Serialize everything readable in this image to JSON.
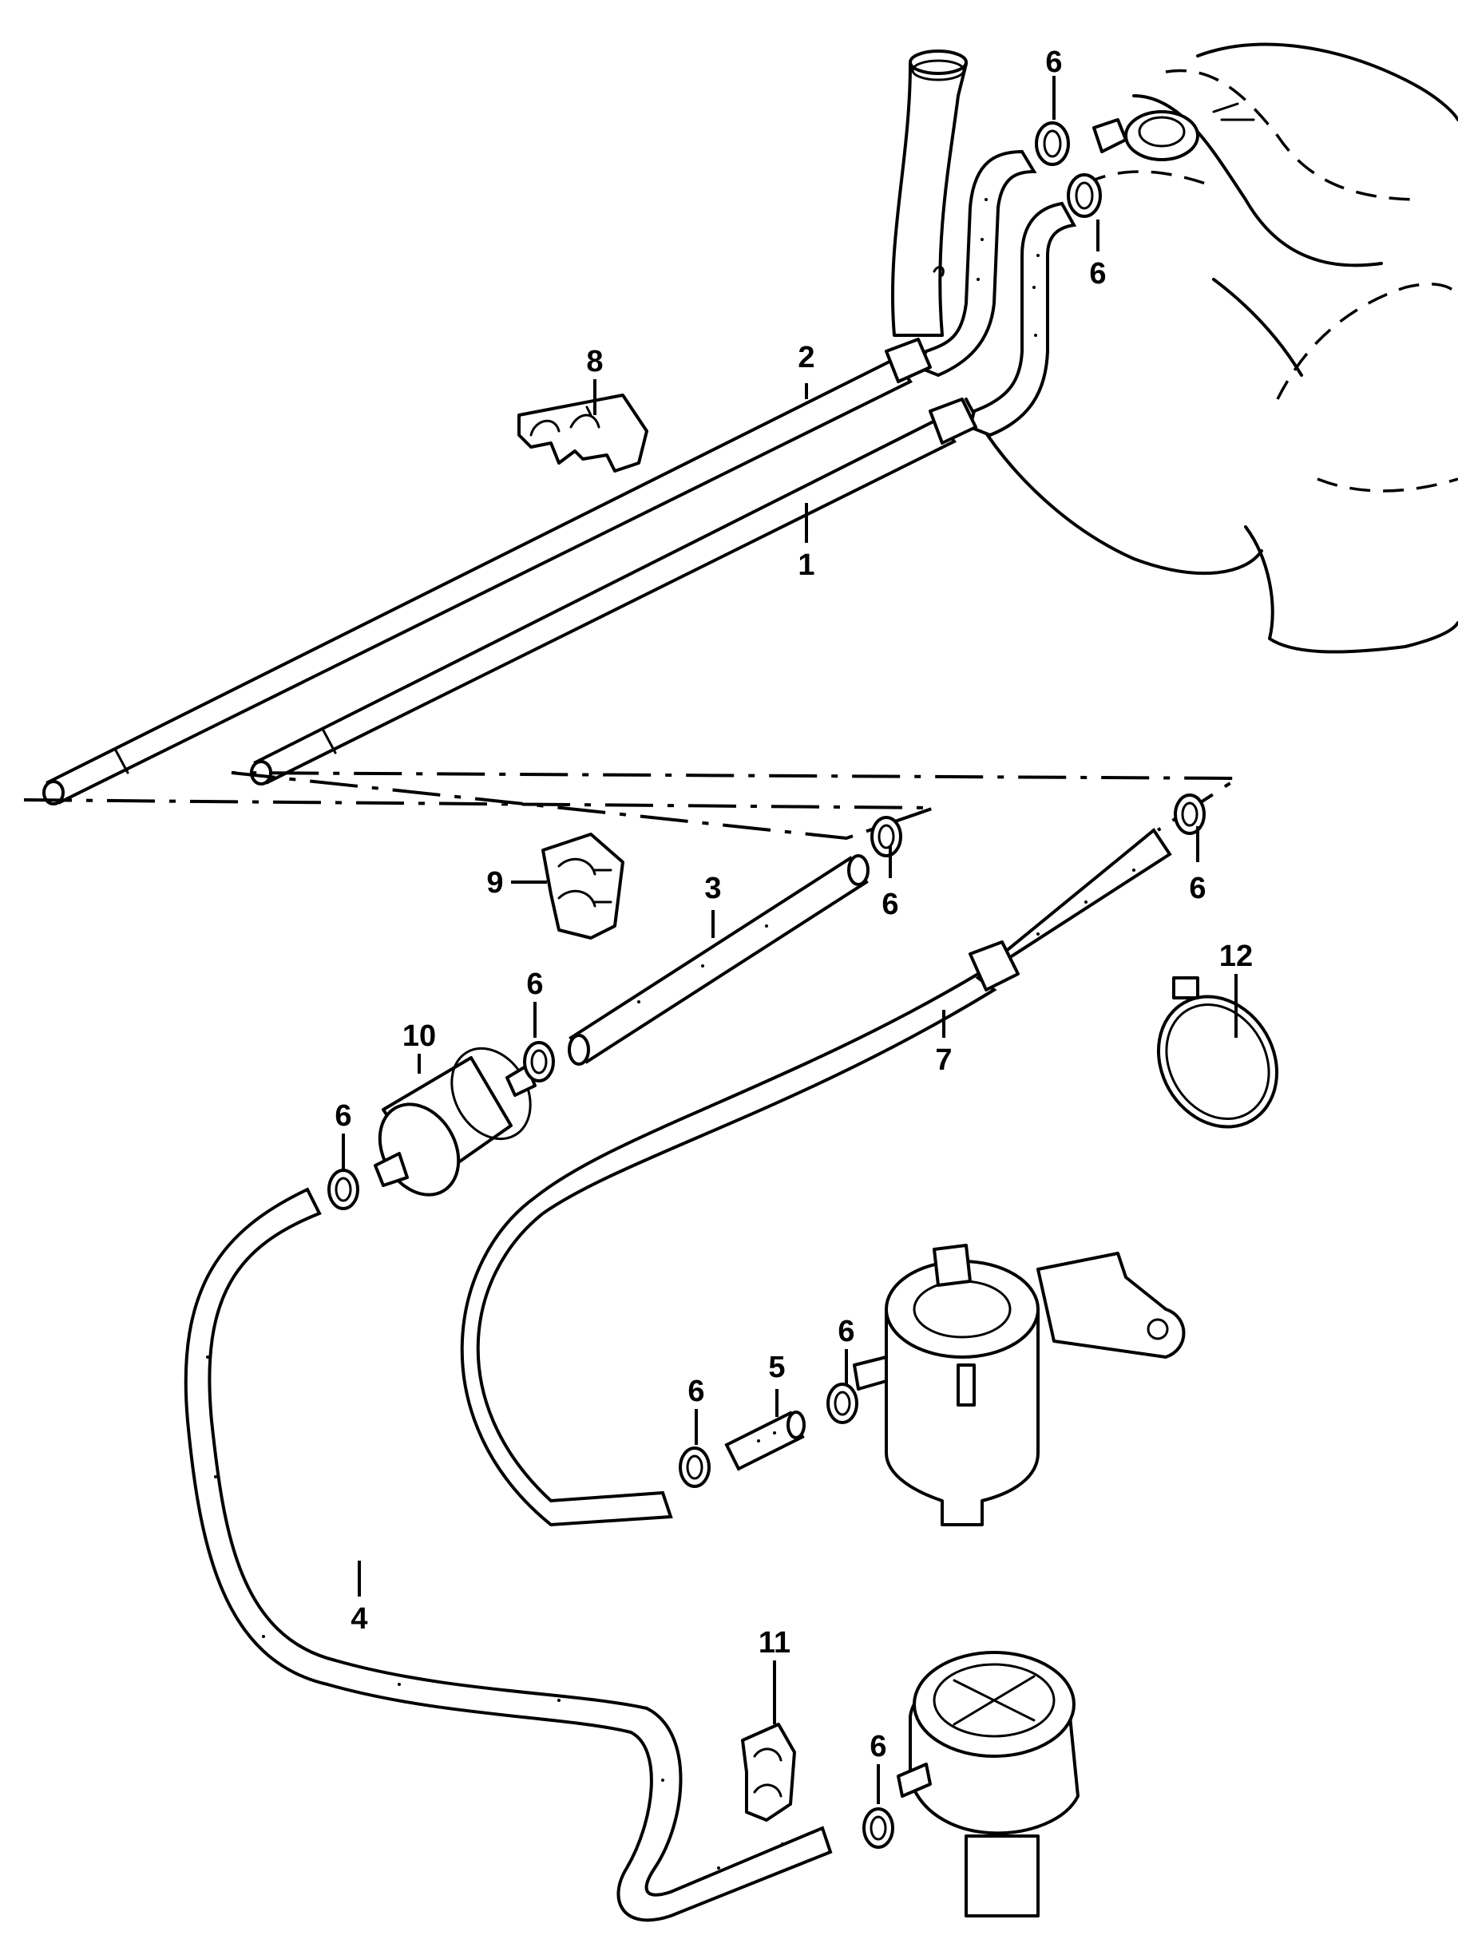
{
  "callouts": [
    {
      "id": "c1",
      "label": "1"
    },
    {
      "id": "c2",
      "label": "2"
    },
    {
      "id": "c3",
      "label": "3"
    },
    {
      "id": "c4",
      "label": "4"
    },
    {
      "id": "c5",
      "label": "5"
    },
    {
      "id": "c6a",
      "label": "6"
    },
    {
      "id": "c6b",
      "label": "6"
    },
    {
      "id": "c6c",
      "label": "6"
    },
    {
      "id": "c6d",
      "label": "6"
    },
    {
      "id": "c6e",
      "label": "6"
    },
    {
      "id": "c6f",
      "label": "6"
    },
    {
      "id": "c6g",
      "label": "6"
    },
    {
      "id": "c6h",
      "label": "6"
    },
    {
      "id": "c6i",
      "label": "6"
    },
    {
      "id": "c7",
      "label": "7"
    },
    {
      "id": "c8",
      "label": "8"
    },
    {
      "id": "c9",
      "label": "9"
    },
    {
      "id": "c10",
      "label": "10"
    },
    {
      "id": "c11",
      "label": "11"
    },
    {
      "id": "c12",
      "label": "12"
    }
  ]
}
